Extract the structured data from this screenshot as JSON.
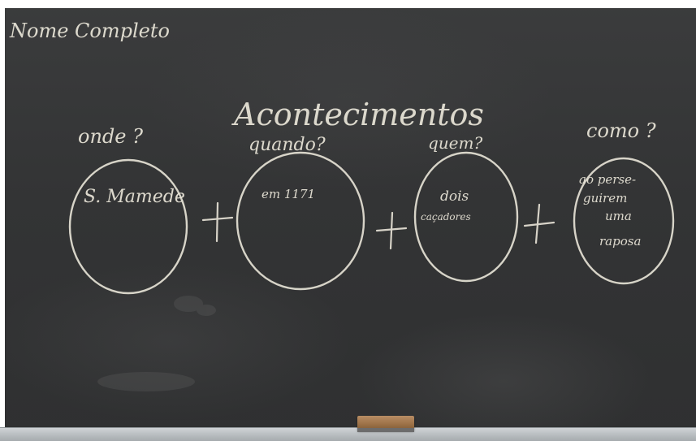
{
  "header": {
    "name_label": "Nome Completo"
  },
  "board": {
    "title": "Acontecimentos",
    "plus_sign": "+",
    "circles": [
      {
        "question": "onde ?",
        "answer": "S. Mamede"
      },
      {
        "question": "quando?",
        "answer": "em 1171"
      },
      {
        "question": "quem?",
        "answer_line1": "dois",
        "answer_line2": "caçadores"
      },
      {
        "question": "como ?",
        "answer_lines": [
          "ao perse-",
          "guirem",
          "uma",
          "raposa"
        ]
      }
    ]
  },
  "colors": {
    "chalkboard": "#333435",
    "chalk": "#e9e5d8",
    "eraser": "#9b7046"
  }
}
